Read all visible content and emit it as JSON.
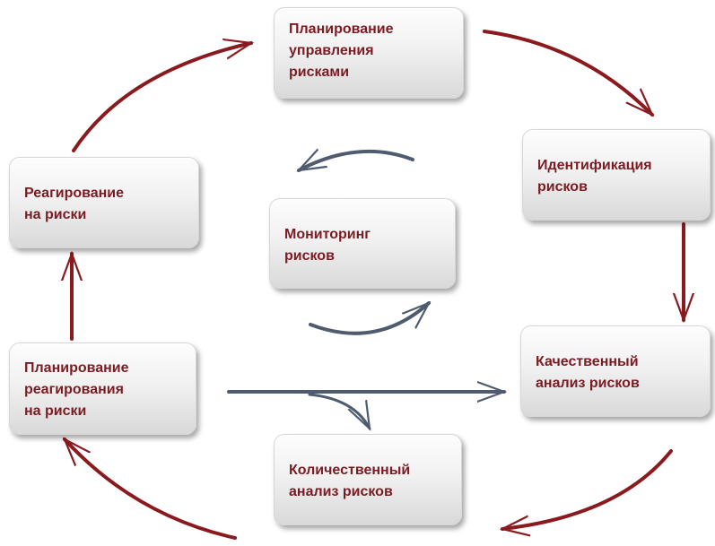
{
  "diagram": {
    "nodes": {
      "plan": "Планирование\nуправления\nрисками",
      "ident": "Идентификация\nрисков",
      "qual": "Качественный\nанализ рисков",
      "quant": "Количественный\nанализ рисков",
      "pres": "Планирование\nреагирования\nна риски",
      "resp": "Реагирование\nна риски",
      "mon": "Мониторинг\nрисков"
    },
    "colors": {
      "outer_arrow": "#8b1a1f",
      "inner_arrow": "#4f5b6e",
      "label_text": "#7b1b22",
      "box_fill": "#f1f1f1"
    }
  }
}
